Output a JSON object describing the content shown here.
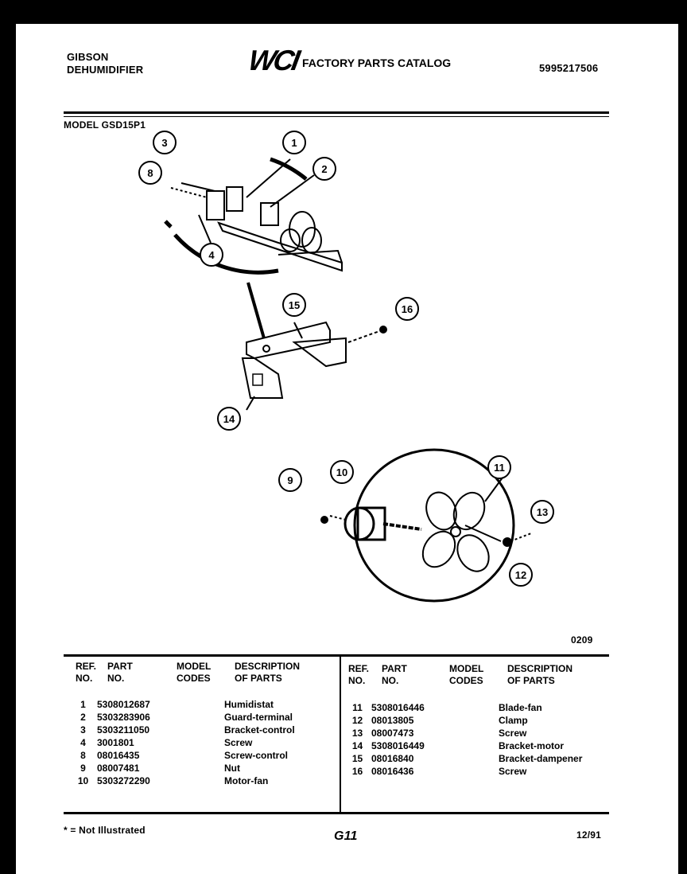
{
  "header": {
    "brand_line1": "GIBSON",
    "brand_line2": "DEHUMIDIFIER",
    "logo": "WCI",
    "catalog_title": "FACTORY PARTS CATALOG",
    "catalog_number": "5995217506",
    "model_line": "MODEL GSD15P1"
  },
  "diagram": {
    "balloons": [
      "1",
      "2",
      "3",
      "4",
      "8",
      "9",
      "10",
      "11",
      "12",
      "13",
      "14",
      "15",
      "16"
    ],
    "code": "0209"
  },
  "table": {
    "headers": {
      "ref": "REF.\nNO.",
      "part": "PART\nNO.",
      "model": "MODEL\nCODES",
      "desc": "DESCRIPTION\nOF PARTS"
    },
    "left_rows": [
      {
        "ref": "1",
        "part": "5308012687",
        "desc": "Humidistat"
      },
      {
        "ref": "2",
        "part": "5303283906",
        "desc": "Guard-terminal"
      },
      {
        "ref": "3",
        "part": "5303211050",
        "desc": "Bracket-control"
      },
      {
        "ref": "4",
        "part": "3001801",
        "desc": "Screw"
      },
      {
        "ref": "8",
        "part": "08016435",
        "desc": "Screw-control"
      },
      {
        "ref": "9",
        "part": "08007481",
        "desc": "Nut"
      },
      {
        "ref": "10",
        "part": "5303272290",
        "desc": "Motor-fan"
      }
    ],
    "right_rows": [
      {
        "ref": "11",
        "part": "5308016446",
        "desc": "Blade-fan"
      },
      {
        "ref": "12",
        "part": "08013805",
        "desc": "Clamp"
      },
      {
        "ref": "13",
        "part": "08007473",
        "desc": "Screw"
      },
      {
        "ref": "14",
        "part": "5308016449",
        "desc": "Bracket-motor"
      },
      {
        "ref": "15",
        "part": "08016840",
        "desc": "Bracket-dampener"
      },
      {
        "ref": "16",
        "part": "08016436",
        "desc": "Screw"
      }
    ]
  },
  "footer": {
    "note": "* = Not Illustrated",
    "page": "G11",
    "date": "12/91"
  }
}
